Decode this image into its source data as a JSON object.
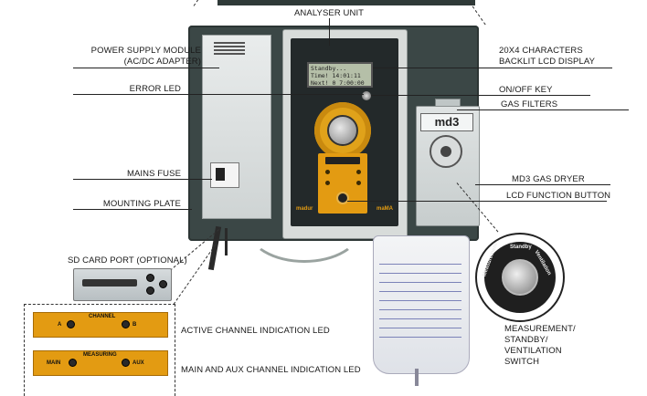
{
  "labels": {
    "analyser_unit": "ANALYSER UNIT",
    "power_supply_line1": "POWER SUPPLY MODULE",
    "power_supply_line2": "(AC/DC ADAPTER)",
    "lcd_display_line1": "20X4 CHARACTERS",
    "lcd_display_line2": "BACKLIT LCD DISPLAY",
    "error_led": "ERROR LED",
    "on_off_key": "ON/OFF KEY",
    "gas_filters": "GAS FILTERS",
    "mains_fuse": "MAINS FUSE",
    "md3_gas_dryer": "MD3 GAS DRYER",
    "mounting_plate": "MOUNTING PLATE",
    "lcd_function_button": "LCD FUNCTION BUTTON",
    "sd_card_port": "SD CARD PORT (OPTIONAL)",
    "active_channel_led": "ACTIVE CHANNEL INDICATION LED",
    "main_aux_led": "MAIN AND AUX CHANNEL INDICATION LED",
    "switch_line1": "MEASUREMENT/",
    "switch_line2": "STANDBY/",
    "switch_line3": "VENTILATION",
    "switch_line4": "SWITCH"
  },
  "device": {
    "lcd_line1": "Standby...",
    "lcd_line2": "Time!   14:01:11",
    "lcd_line3": "Next! 0  7:00:00",
    "md3_badge": "md3",
    "brand_left": "madur",
    "brand_right": "maMA"
  },
  "switch_dial": {
    "measurement": "Measurement",
    "standby": "Standby",
    "ventilation": "Ventilation"
  },
  "channel_strip": {
    "title": "CHANNEL",
    "left": "A",
    "right": "B"
  },
  "measuring_strip": {
    "title": "MEASURING",
    "left": "MAIN",
    "right": "AUX"
  },
  "colors": {
    "panel_orange": "#e39b12",
    "plate_dark": "#3b4746"
  }
}
